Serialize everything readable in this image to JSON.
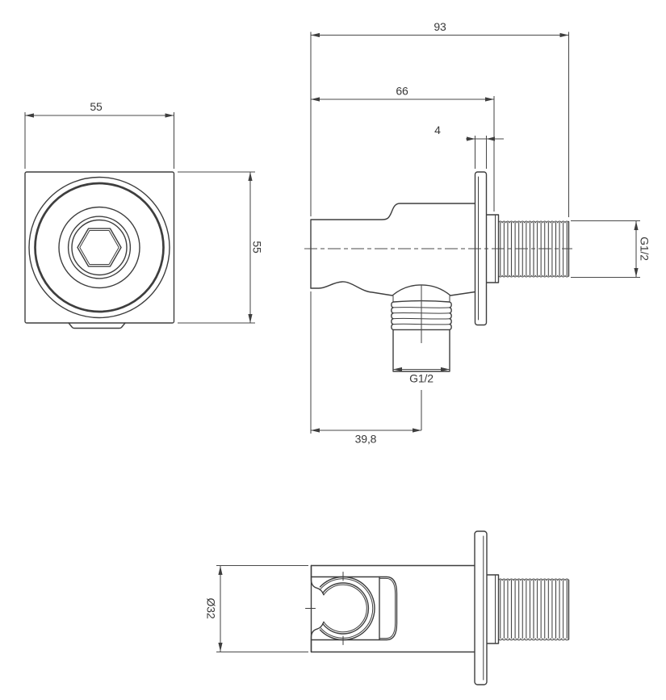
{
  "drawing": {
    "background_color": "#ffffff",
    "line_color": "#3e3e3e",
    "views": {
      "front": {
        "width": "55",
        "height": "55"
      },
      "side": {
        "overall_depth": "93",
        "depth_to_flange": "66",
        "flange_thickness": "4",
        "inlet_thread": "G1/2",
        "outlet_thread": "G1/2",
        "outlet_offset": "39,8"
      },
      "bottom": {
        "holder_diameter": "Ø32"
      }
    }
  }
}
